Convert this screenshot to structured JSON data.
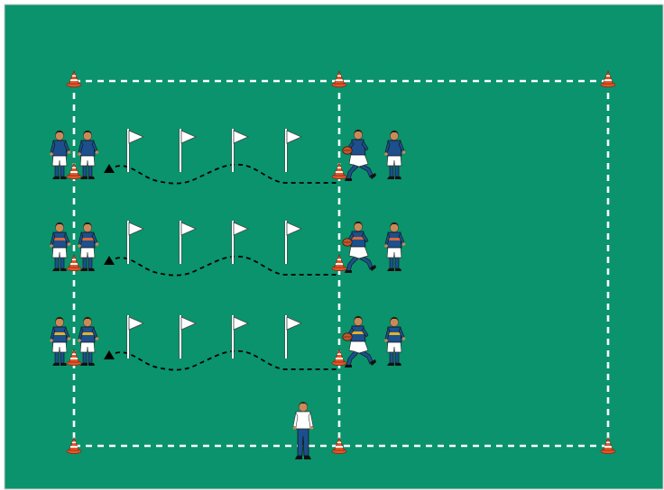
{
  "field": {
    "grass_color": "#0a936c",
    "border_color": "#c9c9c9",
    "line_color": "#ffffff"
  },
  "cones": {
    "color": "#e8552a",
    "stripe_color": "#ffffff"
  },
  "flags": {
    "pole_color": "#ffffff",
    "flag_color": "#ffffff",
    "count_per_lane": 4
  },
  "markers": {
    "color": "#000000",
    "shape": "triangle"
  },
  "lanes": [
    {
      "id": "lane-top",
      "kit": {
        "shirt": "#1d4f8c",
        "trim": "#1d4f8c",
        "shorts": "#ffffff",
        "socks": "#1d4f8c"
      }
    },
    {
      "id": "lane-middle",
      "kit": {
        "shirt": "#1d4f8c",
        "trim": "#d9683a",
        "shorts": "#ffffff",
        "socks": "#1d4f8c"
      }
    },
    {
      "id": "lane-bottom",
      "kit": {
        "shirt": "#1d4f8c",
        "trim": "#e0b32a",
        "shorts": "#ffffff",
        "socks": "#1d4f8c"
      }
    }
  ],
  "coach": {
    "shirt": "#ffffff",
    "pants": "#1d4f8c"
  },
  "ball_color": "#c9552a",
  "skin_color": "#c98a5a",
  "hair_color": "#2b1a10",
  "path_style": "dashed-weave"
}
